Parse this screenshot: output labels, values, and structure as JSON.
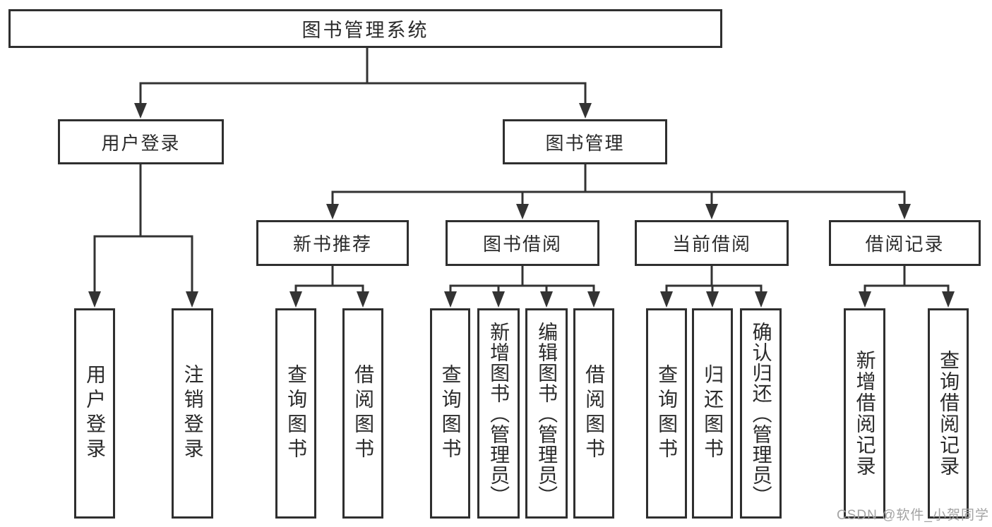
{
  "diagram_type": "functional-structure-tree",
  "tree": {
    "label": "图书管理系统",
    "children": [
      {
        "label": "用户登录",
        "children": [
          {
            "label": "用户登录"
          },
          {
            "label": "注销登录"
          }
        ]
      },
      {
        "label": "图书管理",
        "children": [
          {
            "label": "新书推荐",
            "children": [
              {
                "label": "查询图书"
              },
              {
                "label": "借阅图书"
              }
            ]
          },
          {
            "label": "图书借阅",
            "children": [
              {
                "label": "查询图书"
              },
              {
                "label": "新增图书（管理员）"
              },
              {
                "label": "编辑图书（管理员）"
              },
              {
                "label": "借阅图书"
              }
            ]
          },
          {
            "label": "当前借阅",
            "children": [
              {
                "label": "查询图书"
              },
              {
                "label": "归还图书"
              },
              {
                "label": "确认归还（管理员）"
              }
            ]
          },
          {
            "label": "借阅记录",
            "children": [
              {
                "label": "新增借阅记录"
              },
              {
                "label": "查询借阅记录"
              }
            ]
          }
        ]
      }
    ]
  },
  "watermark": {
    "text": "CSDN @软件_小贺同学"
  },
  "colors": {
    "line": "#333333",
    "box_border": "#2f2f2f",
    "text": "#2b2b2b",
    "background": "#ffffff",
    "watermark": "#a3a3a3"
  }
}
